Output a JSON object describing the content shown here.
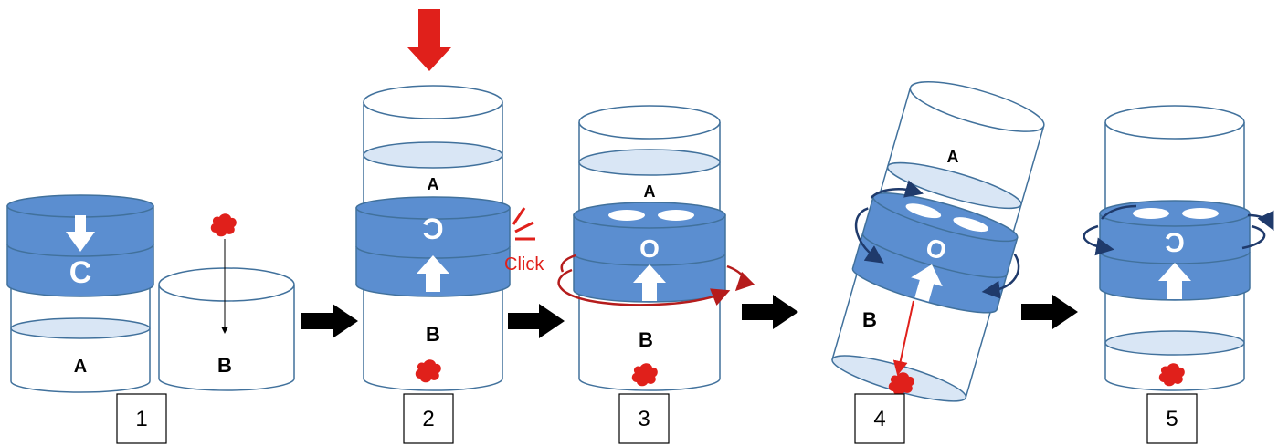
{
  "diagram": {
    "steps": [
      {
        "number": "1",
        "tube_a_label": "A",
        "tube_b_label": "B",
        "cap_symbol": "C"
      },
      {
        "number": "2",
        "tube_a_label": "A",
        "tube_b_label": "B",
        "cap_symbol": "Ͻ"
      },
      {
        "number": "3",
        "tube_a_label": "A",
        "tube_b_label": "B",
        "cap_symbol": "O"
      },
      {
        "number": "4",
        "tube_a_label": "A",
        "tube_b_label": "B",
        "cap_symbol": "O"
      },
      {
        "number": "5",
        "cap_symbol": "Ͻ"
      }
    ],
    "click_label": "Click",
    "colors": {
      "cap_blue": "#5b8ed0",
      "cap_stroke": "#41719c",
      "liquid_fill": "#d9e6f5",
      "red_dot": "#e0201b",
      "red_arrow": "#e0201b",
      "rotate_red": "#b51c1c",
      "rotate_navy": "#1f3a6b",
      "flow_arrow": "#000000"
    }
  }
}
